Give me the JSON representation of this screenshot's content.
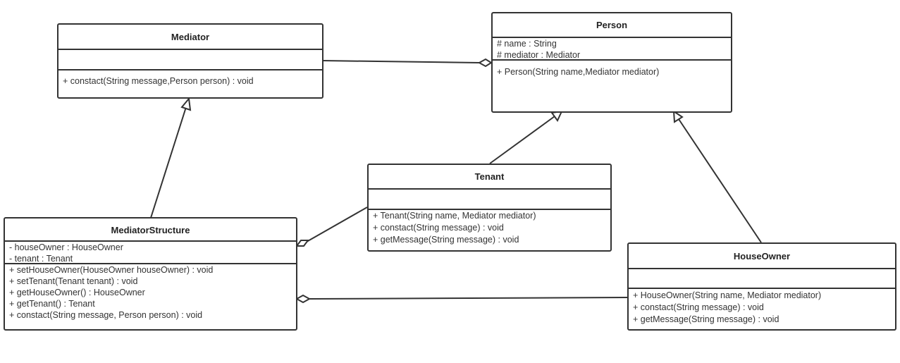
{
  "classes": {
    "mediator": {
      "name": "Mediator",
      "attributes": [],
      "methods": [
        "+ constact(String message,Person person) : void"
      ]
    },
    "person": {
      "name": "Person",
      "attributes": [
        "# name : String",
        "# mediator : Mediator"
      ],
      "methods": [
        "+ Person(String name,Mediator mediator)"
      ]
    },
    "tenant": {
      "name": "Tenant",
      "attributes": [],
      "methods": [
        "+ Tenant(String name, Mediator mediator)",
        "+ constact(String message) : void",
        "+ getMessage(String message) : void"
      ]
    },
    "mediator_structure": {
      "name": "MediatorStructure",
      "attributes": [
        "- houseOwner : HouseOwner",
        "- tenant : Tenant"
      ],
      "methods": [
        "+ setHouseOwner(HouseOwner houseOwner) : void",
        "+ setTenant(Tenant tenant) : void",
        "+ getHouseOwner() : HouseOwner",
        "+ getTenant() : Tenant",
        "+ constact(String message, Person person) : void"
      ]
    },
    "house_owner": {
      "name": "HouseOwner",
      "attributes": [],
      "methods": [
        "+ HouseOwner(String name, Mediator mediator)",
        "+ constact(String message) : void",
        "+ getMessage(String message) : void"
      ]
    }
  },
  "relations": [
    {
      "from": "mediator",
      "to": "person",
      "kind": "aggregation"
    },
    {
      "from": "mediator_structure",
      "to": "mediator",
      "kind": "generalization"
    },
    {
      "from": "tenant",
      "to": "person",
      "kind": "generalization"
    },
    {
      "from": "house_owner",
      "to": "person",
      "kind": "generalization"
    },
    {
      "from": "tenant",
      "to": "mediator_structure",
      "kind": "aggregation"
    },
    {
      "from": "house_owner",
      "to": "mediator_structure",
      "kind": "aggregation"
    }
  ],
  "colors": {
    "stroke": "#333333",
    "text": "#333333",
    "background": "#ffffff"
  }
}
